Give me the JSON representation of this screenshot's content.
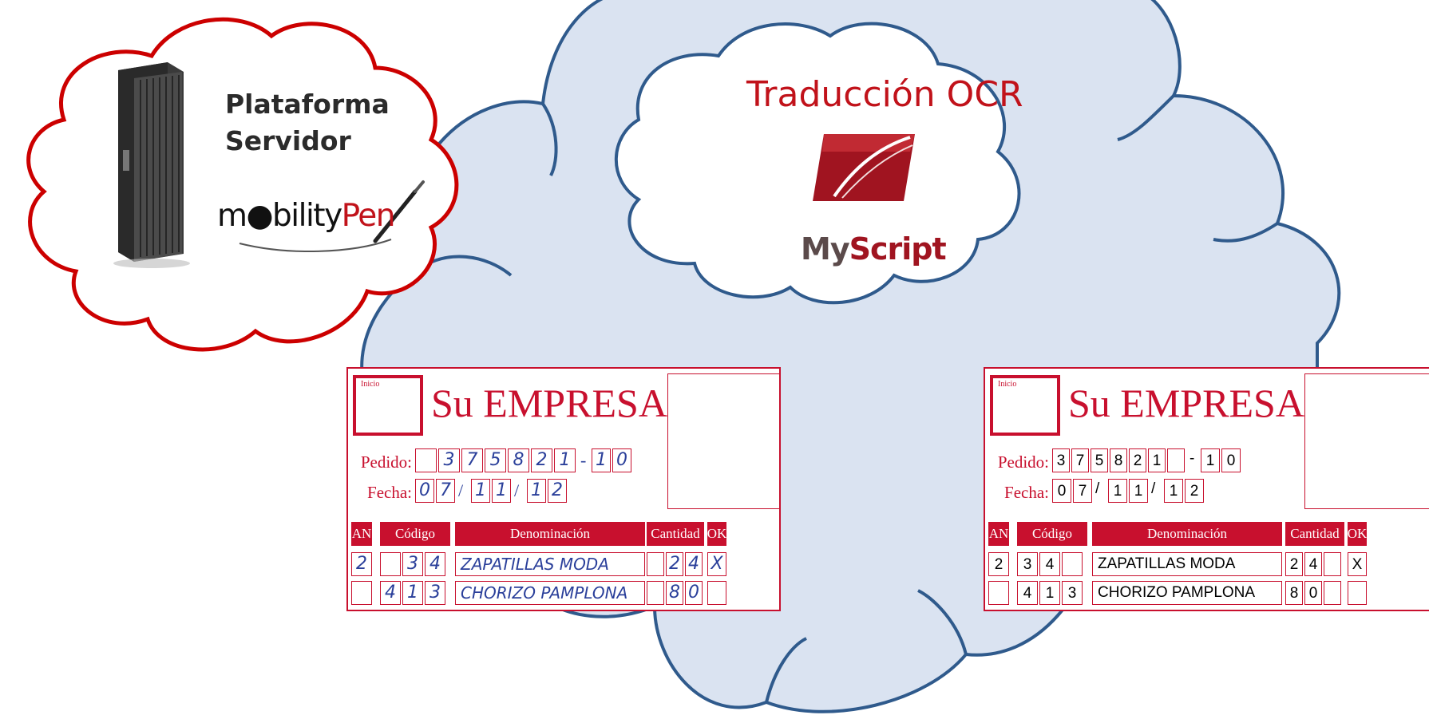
{
  "server": {
    "title_line1": "Plataforma",
    "title_line2": "Servidor",
    "brand_prefix": "m●bility",
    "brand_suffix": "Pen"
  },
  "ocr": {
    "title": "Traducción OCR",
    "logo_my": "My",
    "logo_script": "Script"
  },
  "form_handwritten": {
    "logo_label": "Inicio",
    "company": "Su EMPRESA",
    "pedido_label": "Pedido:",
    "fecha_label": "Fecha:",
    "pedido_digits": [
      "",
      "3",
      "7",
      "5",
      "8",
      "2",
      "1"
    ],
    "pedido_dash": "-",
    "pedido_suffix": [
      "1",
      "0"
    ],
    "fecha_groups": [
      [
        "0",
        "7"
      ],
      [
        "1",
        "1"
      ],
      [
        "1",
        "2"
      ]
    ],
    "fecha_sep": "/",
    "headers": {
      "an": "AN",
      "codigo": "Código",
      "denominacion": "Denominación",
      "cantidad": "Cantidad",
      "ok": "OK"
    },
    "rows": [
      {
        "an": "2",
        "code": [
          "",
          "3",
          "4"
        ],
        "name": "ZAPATILLAS  MODA",
        "qty": [
          "",
          "2",
          "4"
        ],
        "ok": "X"
      },
      {
        "an": "",
        "code": [
          "4",
          "1",
          "3"
        ],
        "name": "CHORIZO   PAMPLONA",
        "qty": [
          "",
          "8",
          "0"
        ],
        "ok": ""
      }
    ]
  },
  "form_typed": {
    "logo_label": "Inicio",
    "company": "Su EMPRESA",
    "pedido_label": "Pedido:",
    "fecha_label": "Fecha:",
    "pedido_digits": [
      "3",
      "7",
      "5",
      "8",
      "2",
      "1",
      ""
    ],
    "pedido_dash": "-",
    "pedido_suffix": [
      "1",
      "0"
    ],
    "fecha_groups": [
      [
        "0",
        "7"
      ],
      [
        "1",
        "1"
      ],
      [
        "1",
        "2"
      ]
    ],
    "fecha_sep": "/",
    "headers": {
      "an": "AN",
      "codigo": "Código",
      "denominacion": "Denominación",
      "cantidad": "Cantidad",
      "ok": "OK"
    },
    "rows": [
      {
        "an": "2",
        "code": [
          "3",
          "4",
          ""
        ],
        "name": "ZAPATILLAS MODA",
        "qty": [
          "2",
          "4",
          ""
        ],
        "ok": "X"
      },
      {
        "an": "",
        "code": [
          "4",
          "1",
          "3"
        ],
        "name": "CHORIZO PAMPLONA",
        "qty": [
          "8",
          "0",
          ""
        ],
        "ok": ""
      }
    ]
  },
  "colors": {
    "cloud_fill": "#dae3f1",
    "cloud_outline": "#2f5a8c",
    "server_cloud_outline": "#cc0000",
    "brand_red": "#c8102e",
    "ink_blue": "#2a3f9a"
  }
}
